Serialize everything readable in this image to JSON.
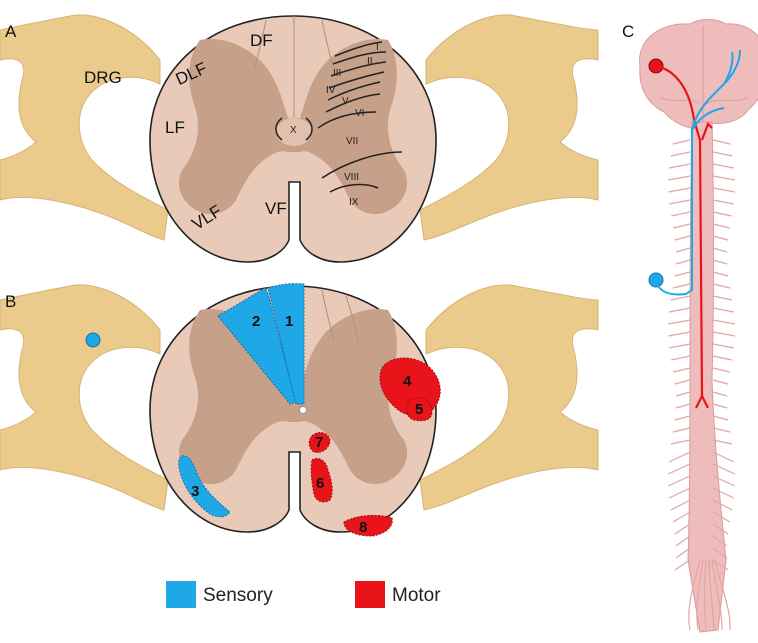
{
  "panels": {
    "a": "A",
    "b": "B",
    "c": "C"
  },
  "regions_a": {
    "drg": "DRG",
    "df": "DF",
    "dlf": "DLF",
    "lf": "LF",
    "vlf": "VLF",
    "vf": "VF"
  },
  "laminae": [
    "I",
    "II",
    "III",
    "IV",
    "V",
    "VI",
    "X",
    "VII",
    "VIII",
    "IX"
  ],
  "tracts_b": [
    "1",
    "2",
    "3",
    "4",
    "5",
    "6",
    "7",
    "8"
  ],
  "legend": {
    "sensory": "Sensory",
    "motor": "Motor"
  },
  "colors": {
    "sensory": "#1ea8e8",
    "motor": "#e8141a",
    "drg": "#ebcb8b",
    "white_matter": "#e9cab8",
    "grey_matter": "#c7a08a",
    "nervous_system": "#efbcbc"
  }
}
